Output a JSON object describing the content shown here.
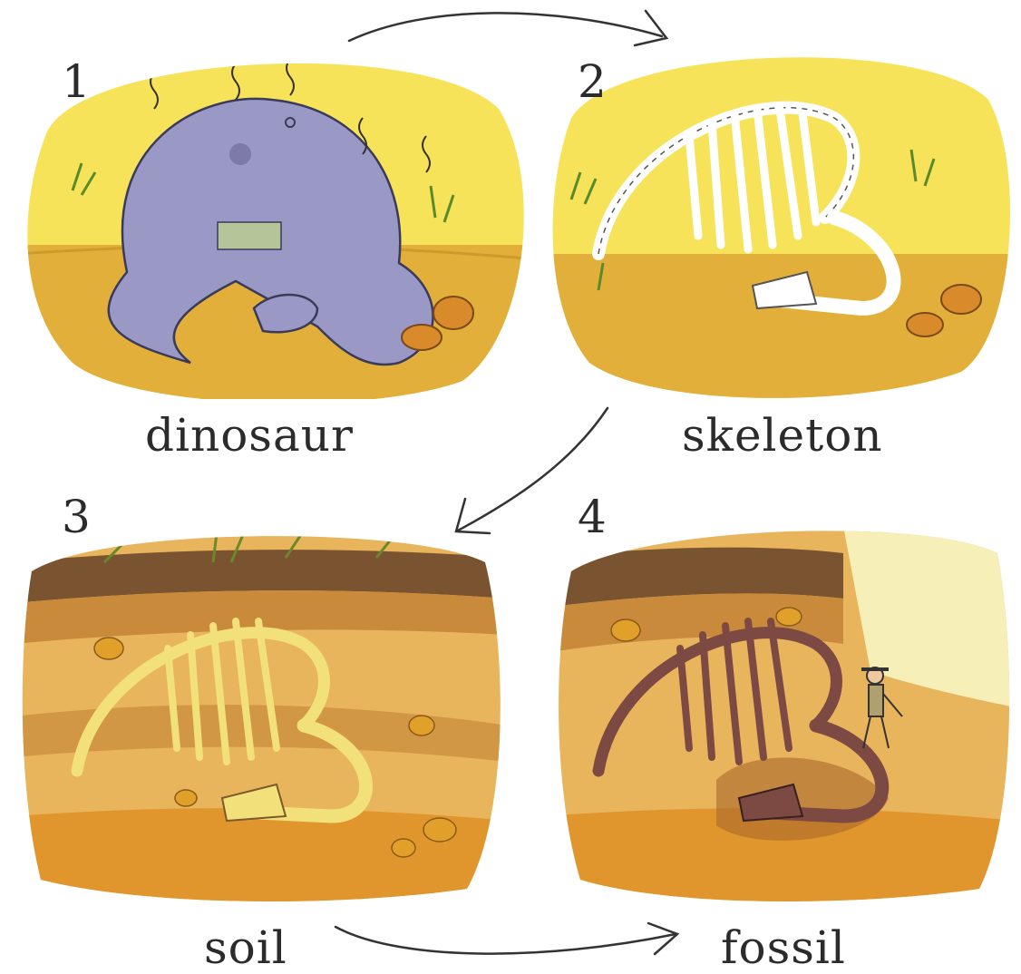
{
  "stages": [
    {
      "number": "1",
      "label": "dinosaur"
    },
    {
      "number": "2",
      "label": "skeleton"
    },
    {
      "number": "3",
      "label": "soil"
    },
    {
      "number": "4",
      "label": "fossil"
    }
  ],
  "colors": {
    "sky": "#f7e35a",
    "ground": "#e2b03a",
    "dino": "#9a98c4",
    "bone": "#ffffff",
    "soil_dark": "#7a5330",
    "soil_mid": "#c98a3c",
    "soil_light": "#e8b45c",
    "fossil_bone": "#7c4a42",
    "buried_bone": "#f2e07a",
    "ink": "#2b2b2b"
  }
}
